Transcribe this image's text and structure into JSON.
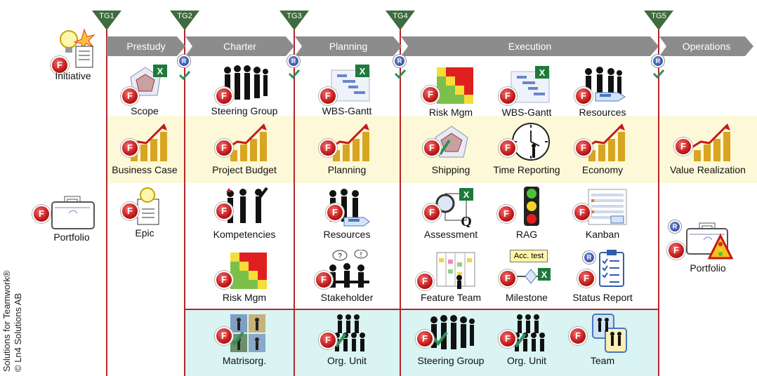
{
  "phases": [
    {
      "label": "Prestudy"
    },
    {
      "label": "Charter"
    },
    {
      "label": "Planning"
    },
    {
      "label": "Execution"
    },
    {
      "label": "Operations"
    }
  ],
  "tollgates": [
    {
      "label": "TG1"
    },
    {
      "label": "TG2"
    },
    {
      "label": "TG3"
    },
    {
      "label": "TG4"
    },
    {
      "label": "TG5"
    }
  ],
  "gate_badges": {
    "r": "R",
    "f": "F"
  },
  "items": {
    "initiative": "Initiative",
    "portfolio_left": "Portfolio",
    "scope": "Scope",
    "business_case": "Business Case",
    "epic": "Epic",
    "steering_group_charter": "Steering Group",
    "project_budget": "Project Budget",
    "kompetencies": "Kompetencies",
    "risk_mgm_charter": "Risk Mgm",
    "matrisorg": "Matrisorg.",
    "wbs_gantt_planning": "WBS-Gantt",
    "planning": "Planning",
    "resources_planning": "Resources",
    "stakeholder": "Stakeholder",
    "org_unit_planning": "Org. Unit",
    "risk_mgm_exec": "Risk Mgm",
    "shipping": "Shipping",
    "assessment": "Assessment",
    "feature_team": "Feature Team",
    "steering_group_exec": "Steering Group",
    "wbs_gantt_exec": "WBS-Gantt",
    "time_reporting": "Time Reporting",
    "rag": "RAG",
    "milestone": "Milestone",
    "org_unit_exec": "Org. Unit",
    "resources_exec": "Resources",
    "economy": "Economy",
    "kanban": "Kanban",
    "status_report": "Status Report",
    "team": "Team",
    "value_realization": "Value Realization",
    "portfolio_right": "Portfolio"
  },
  "milestone_tag": "Acc. test",
  "credit": {
    "line1": "Solutions for Teamwork®",
    "line2": "© Ln4 Solutions AB"
  },
  "colors": {
    "phase_arrow": "#8c8c8c",
    "tollgate": "#3f6b3f",
    "gate_line": "#b3262a",
    "f_badge": "#c01818",
    "r_badge": "#23409a",
    "yellow_band": "#fdf8d8",
    "cyan_band": "#d9f4f2"
  }
}
